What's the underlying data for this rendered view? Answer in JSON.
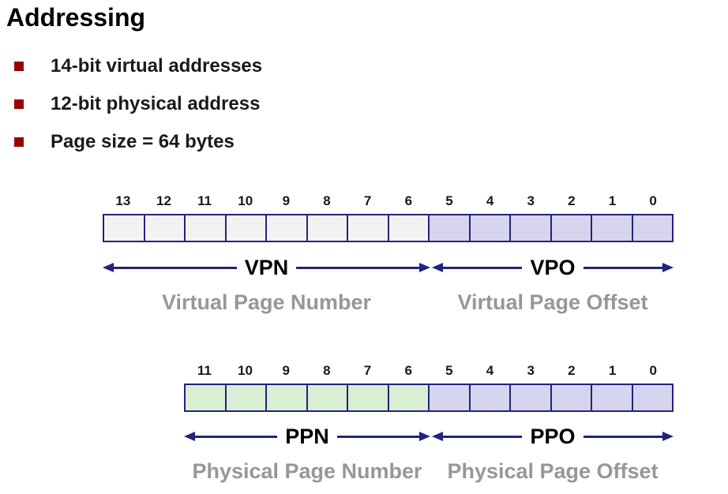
{
  "slide": {
    "title": "Addressing",
    "bullets": [
      "14-bit virtual addresses",
      "12-bit physical address",
      "Page size = 64 bytes"
    ]
  },
  "virtual_address": {
    "bits": [
      "13",
      "12",
      "11",
      "10",
      "9",
      "8",
      "7",
      "6",
      "5",
      "4",
      "3",
      "2",
      "1",
      "0"
    ],
    "vpn_bit_count": 8,
    "vpo_bit_count": 6,
    "vpn": {
      "label": "VPN",
      "caption": "Virtual Page Number"
    },
    "vpo": {
      "label": "VPO",
      "caption": "Virtual Page Offset"
    }
  },
  "physical_address": {
    "bits": [
      "11",
      "10",
      "9",
      "8",
      "7",
      "6",
      "5",
      "4",
      "3",
      "2",
      "1",
      "0"
    ],
    "ppn_bit_count": 6,
    "ppo_bit_count": 6,
    "ppn": {
      "label": "PPN",
      "caption": "Physical Page Number"
    },
    "ppo": {
      "label": "PPO",
      "caption": "Physical Page Offset"
    }
  },
  "colors": {
    "navy": "#23237E",
    "bullet_red": "#990000",
    "vpn_fill": "#F2F2F2",
    "offset_fill": "#D6D4EE",
    "ppn_fill": "#D9EFD4",
    "caption_gray": "#979797"
  }
}
